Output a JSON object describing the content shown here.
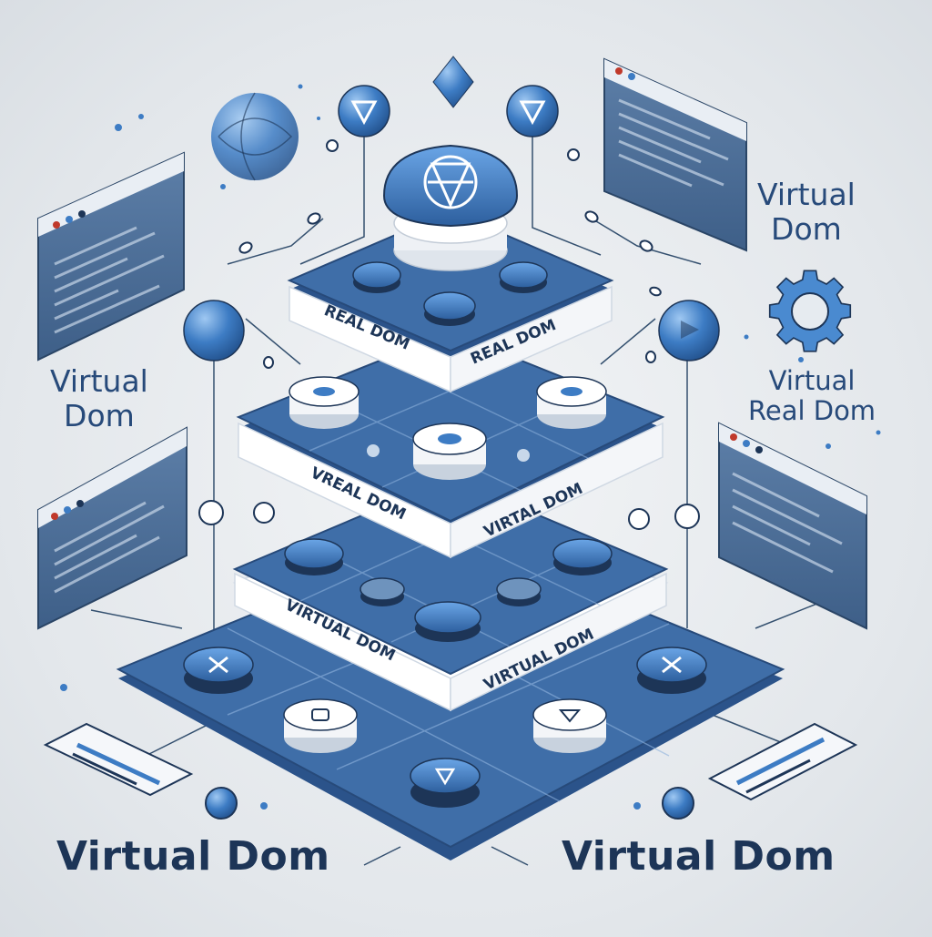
{
  "labels": {
    "right_top": [
      "Virtual",
      "Dom"
    ],
    "left_mid": [
      "Virtual",
      "Dom"
    ],
    "right_mid": [
      "Virtual",
      "Real Dom"
    ],
    "bottom_left": "Virtual Dom",
    "bottom_right": "Virtual Dom"
  },
  "ribbons": {
    "top_left": "REAL DOM",
    "top_right": "REAL DOM",
    "mid_left": "VREAL DOM",
    "mid_right": "VIRTAL DOM",
    "lower_left": "VIRTUAL DOM",
    "lower_right": "VIRTUAL DOM"
  },
  "colors": {
    "accent": "#3d7cc4",
    "dark_blue": "#1d3557",
    "platform": "#3f6ea8",
    "platform_edge": "#274a7a",
    "ribbon": "#ffffff"
  }
}
